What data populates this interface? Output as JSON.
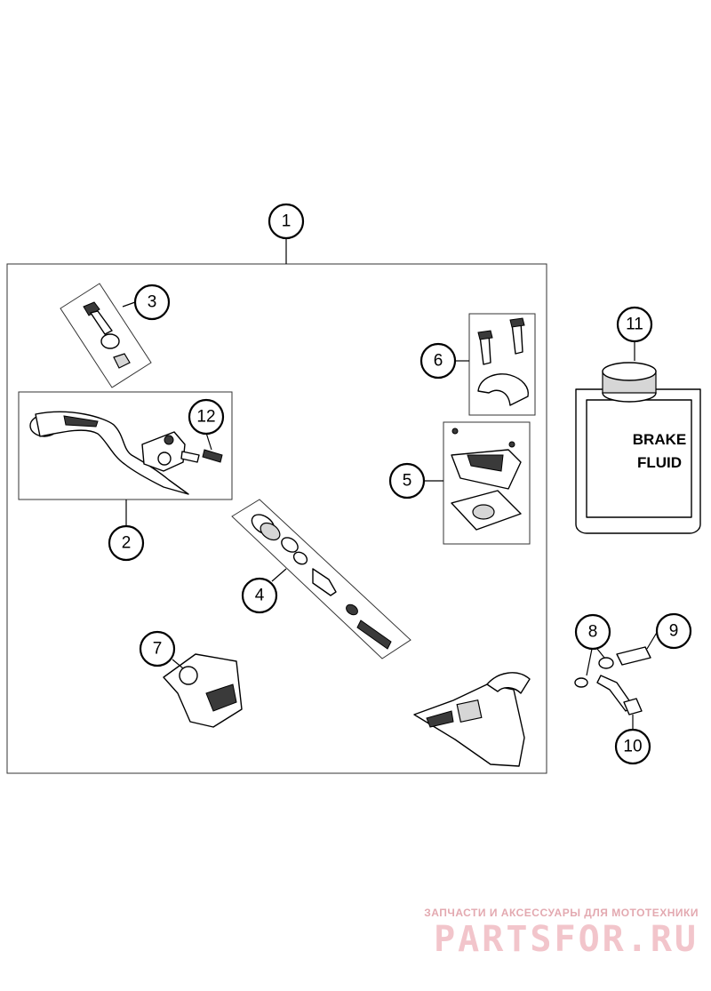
{
  "callouts": [
    {
      "id": "1",
      "label": "1"
    },
    {
      "id": "2",
      "label": "2"
    },
    {
      "id": "3",
      "label": "3"
    },
    {
      "id": "4",
      "label": "4"
    },
    {
      "id": "5",
      "label": "5"
    },
    {
      "id": "6",
      "label": "6"
    },
    {
      "id": "7",
      "label": "7"
    },
    {
      "id": "8",
      "label": "8"
    },
    {
      "id": "9",
      "label": "9"
    },
    {
      "id": "10",
      "label": "10"
    },
    {
      "id": "11",
      "label": "11"
    },
    {
      "id": "12",
      "label": "12"
    }
  ],
  "bottle": {
    "line1": "BRAKE",
    "line2": "FLUID"
  },
  "watermark": {
    "tagline": "ЗАПЧАСТИ И АКСЕССУАРЫ ДЛЯ МОТОТЕХНИКИ",
    "brand": "PARTSFOR.RU"
  },
  "colors": {
    "line": "#000000",
    "watermark": "#f2c5cb"
  }
}
